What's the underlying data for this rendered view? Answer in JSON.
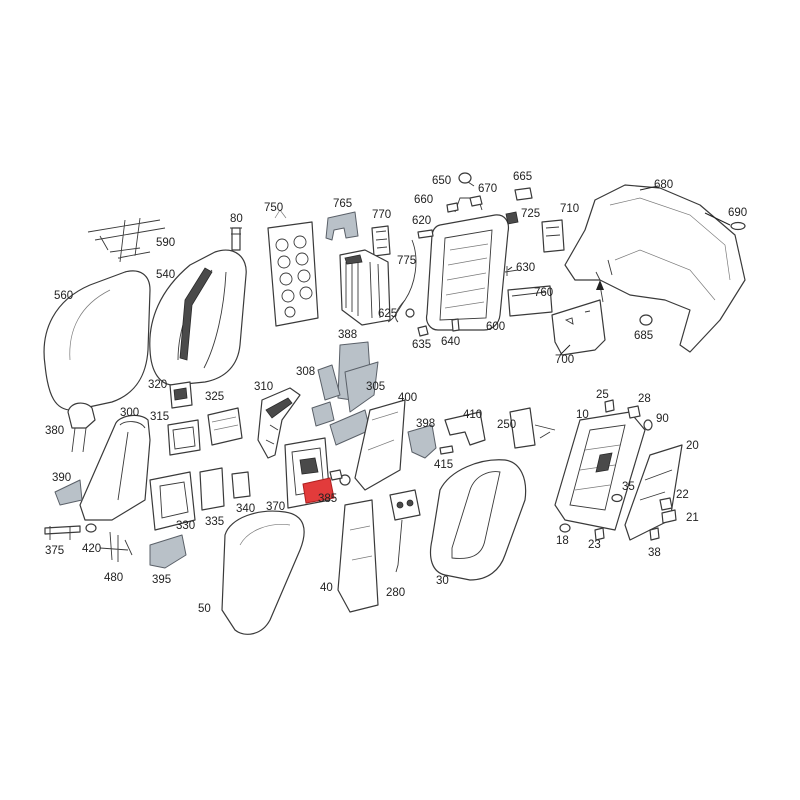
{
  "labels": {
    "l10": "10",
    "l18": "18",
    "l20": "20",
    "l21": "21",
    "l22": "22",
    "l23": "23",
    "l25": "25",
    "l28": "28",
    "l30": "30",
    "l35": "35",
    "l38": "38",
    "l40": "40",
    "l50": "50",
    "l80": "80",
    "l90": "90",
    "l250": "250",
    "l280": "280",
    "l300": "300",
    "l305": "305",
    "l308": "308",
    "l310": "310",
    "l315": "315",
    "l320": "320",
    "l325": "325",
    "l330": "330",
    "l335": "335",
    "l340": "340",
    "l370": "370",
    "l375": "375",
    "l380": "380",
    "l385": "385",
    "l388": "388",
    "l390": "390",
    "l395": "395",
    "l398": "398",
    "l400": "400",
    "l410": "410",
    "l415": "415",
    "l420": "420",
    "l480": "480",
    "l540": "540",
    "l560": "560",
    "l590": "590",
    "l600": "600",
    "l620": "620",
    "l625": "625",
    "l630": "630",
    "l635": "635",
    "l640": "640",
    "l650": "650",
    "l660": "660",
    "l665": "665",
    "l670": "670",
    "l680": "680",
    "l685": "685",
    "l690": "690",
    "l700": "700",
    "l710": "710",
    "l725": "725",
    "l750": "750",
    "l760": "760",
    "l765": "765",
    "l770": "770",
    "l775": "775"
  },
  "colors": {
    "highlight": "#e23b3b",
    "shaded_part": "#b9c1c8",
    "outline": "#3a3a3a"
  }
}
